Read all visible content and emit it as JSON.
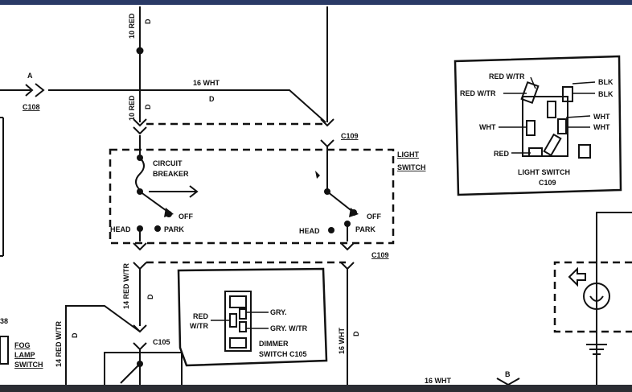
{
  "wires": {
    "top_left_red": "10 RED",
    "top_left_code": "D",
    "mid_left_red": "10 RED",
    "mid_left_code": "D",
    "horizontal_wht": "16 WHT",
    "horizontal_code": "D",
    "arrow_a": "A",
    "red_wtr_lower": "14 RED W/TR",
    "red_wtr_lower_code": "D",
    "fog_red_wtr": "14 RED W/TR",
    "fog_red_wtr_code": "D",
    "wht_lower": "16 WHT",
    "wht_lower_code": "D",
    "wht_bottom": "16 WHT",
    "arrow_b": "B",
    "left_num": "38"
  },
  "connectors": {
    "c108": "C108",
    "c109_top": "C109",
    "c109_bottom": "C109",
    "c105": "C105"
  },
  "light_switch_block": {
    "label_line1": "LIGHT",
    "label_line2": "SWITCH",
    "circuit_breaker_line1": "CIRCUIT",
    "circuit_breaker_line2": "BREAKER",
    "off_left": "OFF",
    "park_left": "PARK",
    "head_left": "HEAD",
    "off_right": "OFF",
    "park_right": "PARK",
    "head_right": "HEAD"
  },
  "inset_light_switch": {
    "red_wtr_1": "RED W/TR",
    "red_wtr_2": "RED W/TR",
    "wht_left": "WHT",
    "red": "RED",
    "blk_1": "BLK",
    "blk_2": "BLK",
    "wht_1": "WHT",
    "wht_2": "WHT",
    "title": "LIGHT SWITCH",
    "connector": "C109"
  },
  "dimmer_switch": {
    "red": "RED",
    "wtr": "W/TR",
    "gry": "GRY.",
    "gry_wtr": "GRY. W/TR",
    "title_line1": "DIMMER",
    "title_line2": "SWITCH C105"
  },
  "fog_lamp_switch": {
    "line1": "FOG",
    "line2": "LAMP",
    "line3": "SWITCH"
  },
  "colors": {
    "ink": "#111111",
    "top_bar": "#2a3a66",
    "bottom_bar": "#2b2d33"
  }
}
